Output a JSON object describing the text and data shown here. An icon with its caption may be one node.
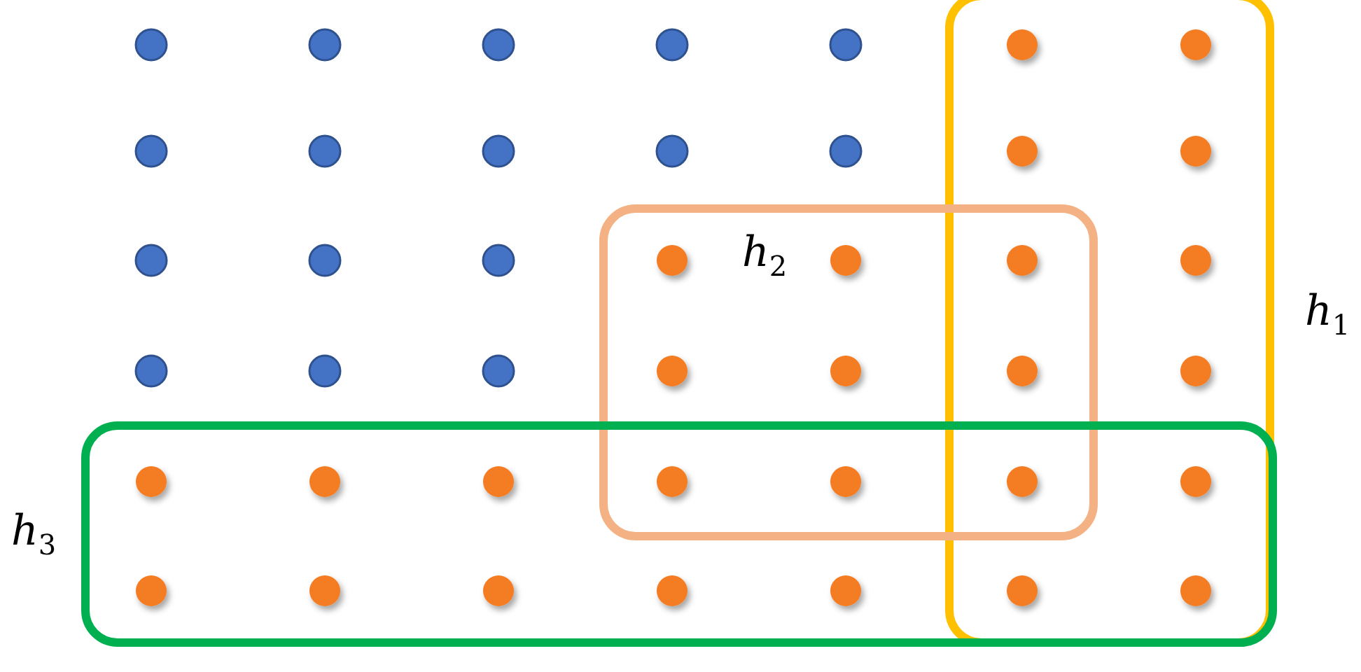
{
  "diagram": {
    "nodes": [
      {
        "text": [
          "h$_{1}$"
        ]
      },
      {
        "text": [
          "h$_{2}$"
        ]
      },
      {
        "text": [
          "h$_{3}$"
        ]
      }
    ]
  }
}
